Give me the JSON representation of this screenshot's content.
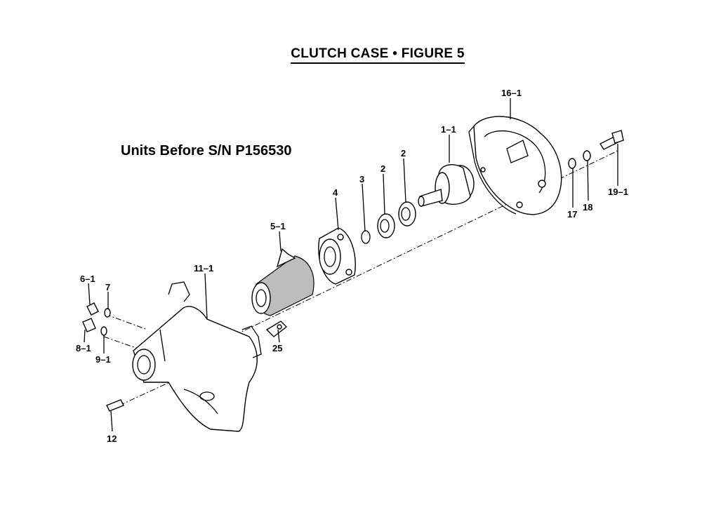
{
  "title": "CLUTCH CASE  •  FIGURE 5",
  "subtitle": "Units Before S/N P156530",
  "callouts": [
    {
      "id": "c-16-1",
      "text": "16–1"
    },
    {
      "id": "c-1-1",
      "text": "1–1"
    },
    {
      "id": "c-2a",
      "text": "2"
    },
    {
      "id": "c-2b",
      "text": "2"
    },
    {
      "id": "c-3",
      "text": "3"
    },
    {
      "id": "c-4",
      "text": "4"
    },
    {
      "id": "c-5-1",
      "text": "5–1"
    },
    {
      "id": "c-11-1",
      "text": "11–1"
    },
    {
      "id": "c-6-1",
      "text": "6–1"
    },
    {
      "id": "c-7",
      "text": "7"
    },
    {
      "id": "c-8-1",
      "text": "8–1"
    },
    {
      "id": "c-9-1",
      "text": "9–1"
    },
    {
      "id": "c-25",
      "text": "25"
    },
    {
      "id": "c-12",
      "text": "12"
    },
    {
      "id": "c-17",
      "text": "17"
    },
    {
      "id": "c-18",
      "text": "18"
    },
    {
      "id": "c-19-1",
      "text": "19–1"
    }
  ]
}
